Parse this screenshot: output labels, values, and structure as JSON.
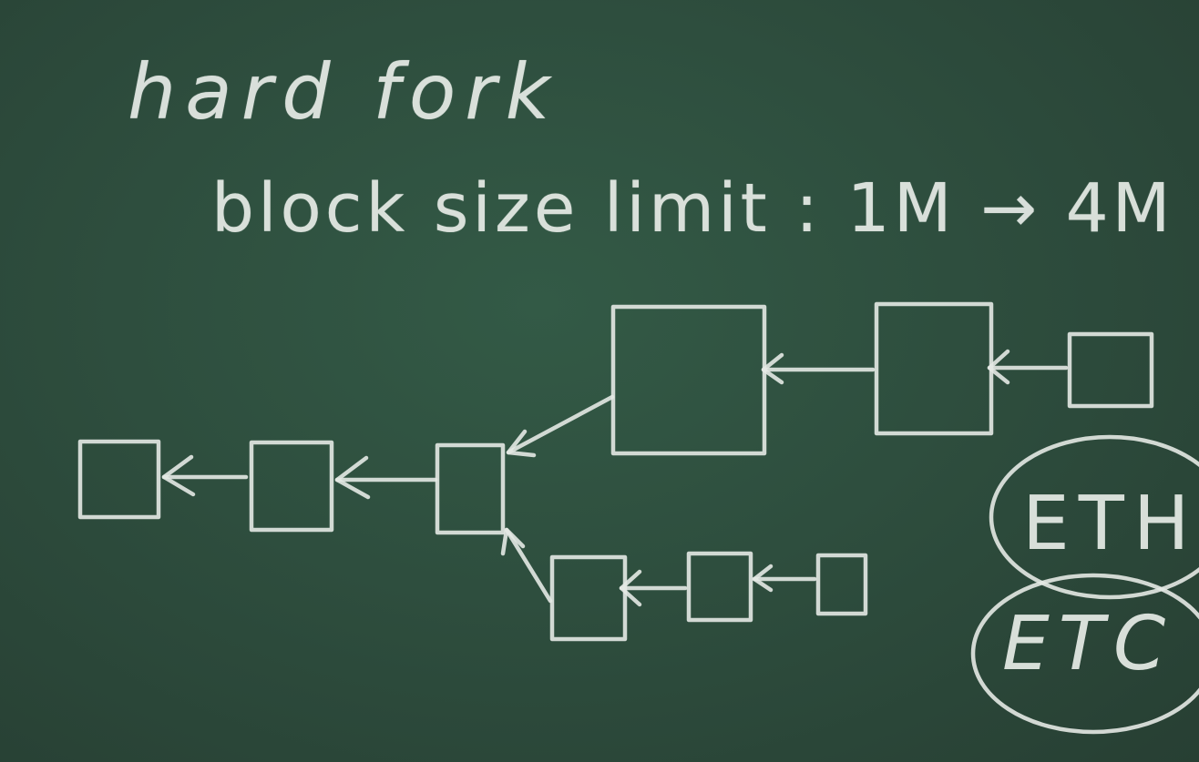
{
  "board": {
    "title": "hard fork",
    "subtitle": "block size limit : 1M → 4M",
    "labels": {
      "eth": "ETH",
      "etc": "ETC"
    }
  },
  "colors": {
    "chalkboard": "#2e4e3e",
    "chalk": "#e4e9e4"
  }
}
